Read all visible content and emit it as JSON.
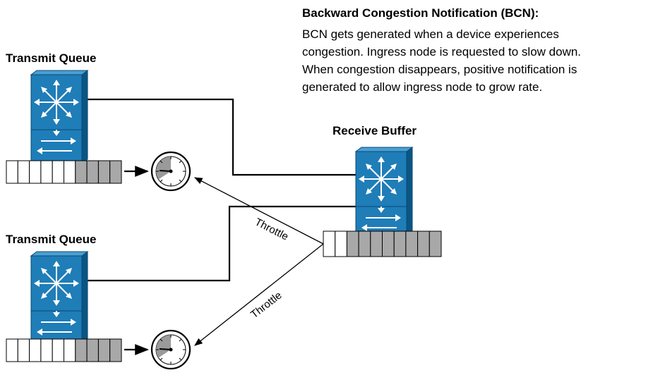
{
  "labels": {
    "transmit_queue_top": "Transmit Queue",
    "transmit_queue_bottom": "Transmit Queue",
    "receive_buffer": "Receive Buffer",
    "throttle_top": "Throttle",
    "throttle_bottom": "Throttle"
  },
  "description": {
    "title": "Backward Congestion Notification (BCN):",
    "lines": [
      "BCN gets generated when a device experiences",
      "congestion. Ingress node is requested to slow down.",
      "When congestion disappears, positive notification is",
      "generated to allow ingress node to grow rate."
    ]
  },
  "queues": {
    "transmit_top": {
      "total_cells": 10,
      "filled_cells": 4
    },
    "transmit_bottom": {
      "total_cells": 10,
      "filled_cells": 4
    },
    "receive": {
      "total_cells": 10,
      "filled_cells": 8
    }
  },
  "colors": {
    "switch_blue": "#1f7db8",
    "switch_dark": "#0b5583",
    "cell_filled": "#a8a8a8",
    "line": "#000000"
  },
  "icons": {
    "switch": "multilayer-switch-icon",
    "rate_limiter": "meter-dial-icon"
  }
}
